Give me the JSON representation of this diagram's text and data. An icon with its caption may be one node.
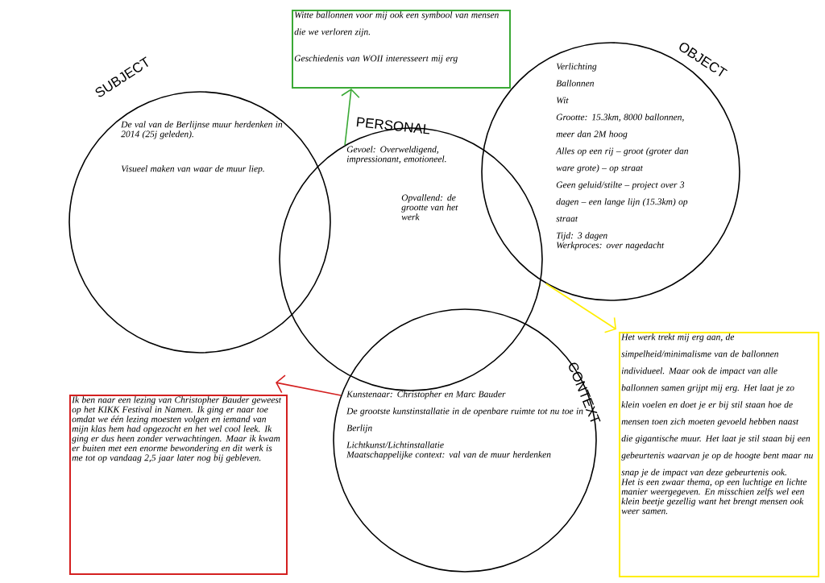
{
  "diagram": {
    "nodes": [
      {
        "text": [
          "SUBJECT",
          "De val van de Berlijnse muur herdenken in 2014 (25j geleden).",
          "Visueel maken van waar de muur liep."
        ]
      },
      {
        "text": [
          "OBJECT",
          "Verlichting",
          "Ballonnen",
          "Wit",
          "Grootte: 15.3km, 8000 ballonnen, meer dan 2M hoog",
          "Alles op een rij – groot (groter dan ware grote) – op straat",
          "Geen geluid/stilte – project over 3 dagen – een lange lijn (15.3km) op straat",
          "Tijd: 3 dagen",
          "Werkproces: over nagedacht"
        ]
      },
      {
        "text": [
          "PERSONAL",
          "Gevoel: Overweldigend, impressionant, emotioneel.",
          "Opvallend: de grootte van het werk"
        ]
      },
      {
        "text": [
          "CONTEXT",
          "Kunstenaar: Christopher en Marc Bauder",
          "De grootste kunstinstallatie in de openbare ruimte tot nu toe in Berlijn",
          "Lichtkunst/Lichtinstallatie",
          "Maatschappelijke context: val van de muur herdenken"
        ]
      },
      {
        "text": [
          "Witte ballonnen voor mij ook een symbool van mensen die we verloren zijn.",
          "Geschiedenis van WOII interesseert mij erg"
        ]
      },
      {
        "text": [
          "Het werk trekt mij erg aan, de simpelheid/minimalisme van de ballonnen individueel. Maar ook de impact van alle ballonnen samen grijpt mij erg. Het laat je zo klein voelen en doet je er bij stil staan hoe de mensen toen zich moeten gevoeld hebben naast die gigantische muur. Het laat je stil staan bij een gebeurtenis waarvan je op de hoogte bent maar nu snap je de impact van deze gebeurtenis ook.",
          "Het is een zwaar thema, op een luchtige en lichte manier weergegeven. En misschien zelfs wel een klein beetje gezellig want het brengt mensen ook weer samen."
        ]
      },
      {
        "text": [
          "Ik ben naar een lezing van Christopher Bauder geweest op het KIKK Festival in Namen. Ik ging er naar toe omdat we één lezing moesten volgen en iemand van mijn klas hem had opgezocht en het wel cool leek. Ik ging er dus heen zonder verwachtingen. Maar ik kwam er buiten met een enorme bewondering en dit werk is me tot op vandaag 2,5 jaar later nog bij gebleven."
        ]
      }
    ],
    "edges": [
      {
        "from": 2,
        "to": 4,
        "arrow": "to",
        "color": "#3aa935"
      },
      {
        "from": 1,
        "to": 5,
        "arrow": "to",
        "color": "#ffee00"
      },
      {
        "from": 3,
        "to": 6,
        "arrow": "to",
        "color": "#d42020"
      }
    ]
  }
}
